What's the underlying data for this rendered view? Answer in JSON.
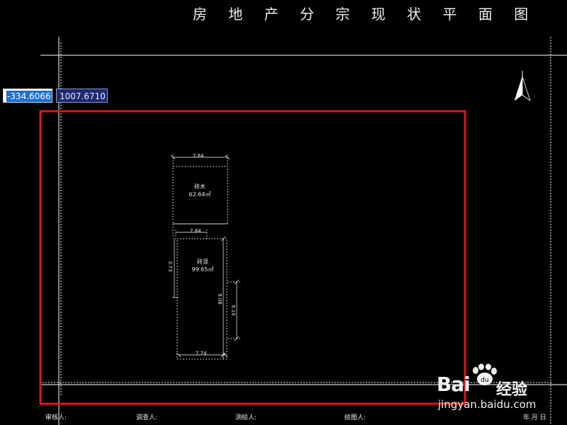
{
  "title": "房 地 产 分 宗 现 状 平 面 图",
  "coordinates": {
    "x": "-334.6066",
    "y": "1007.6710"
  },
  "rooms": [
    {
      "material": "砖木",
      "area": "62.64㎡"
    },
    {
      "material": "砖混",
      "area": "99.65㎡"
    }
  ],
  "dimensions": {
    "top_width": "7.84",
    "mid_width": "7.84",
    "bottom_width": "7.74",
    "left_height": "3.73",
    "right_height": "9.08",
    "ext_height": "9.10"
  },
  "footer": {
    "reviewer": "审核人:",
    "investigator": "调查人:",
    "surveyor": "测绘人:",
    "drafter": "绘图人:",
    "date": "年  月  日"
  },
  "watermark": {
    "brand": "Bai",
    "brand_suffix": "经验",
    "url": "jingyan.baidu.com"
  },
  "colors": {
    "highlight_box": "#e0141e",
    "background": "#000000",
    "lines": "#ffffff"
  },
  "icons": [
    "north-arrow-icon",
    "baidu-paw-icon"
  ]
}
